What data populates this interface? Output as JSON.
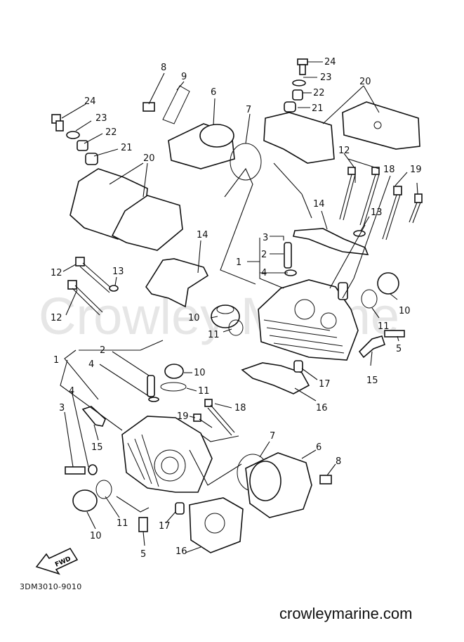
{
  "watermark": "Crowley Marine",
  "diagram_code": "3DM3010-9010",
  "site": "crowleymarine.com",
  "fwd_label": "FWD",
  "callouts": {
    "c24a": "24",
    "c23a": "23",
    "c22a": "22",
    "c21a": "21",
    "c20a": "20",
    "c12a": "12",
    "c18a": "18",
    "c19a": "19",
    "c14a": "14",
    "c13a": "13",
    "c3a": "3",
    "c2a": "2",
    "c1a": "1",
    "c4a": "4",
    "c10a": "10",
    "c11a": "11",
    "c15a": "15",
    "c5a": "5",
    "c17a": "17",
    "c16a": "16",
    "c8a": "8",
    "c9a": "9",
    "c6a": "6",
    "c7a": "7",
    "c24b": "24",
    "c23b": "23",
    "c22b": "22",
    "c21b": "21",
    "c20b": "20",
    "c14b": "14",
    "c12b": "12",
    "c12c": "12",
    "c13b": "13",
    "c10b": "10",
    "c11b": "11",
    "c2b": "2",
    "c1b": "1",
    "c4b": "4",
    "c10c": "10",
    "c11c": "11",
    "c19b": "19",
    "c18b": "18",
    "c3b": "3",
    "c4c": "4",
    "c15b": "15",
    "c10d": "10",
    "c11d": "11",
    "c17b": "17",
    "c5b": "5",
    "c16b": "16",
    "c7b": "7",
    "c6b": "6",
    "c8b": "8"
  }
}
